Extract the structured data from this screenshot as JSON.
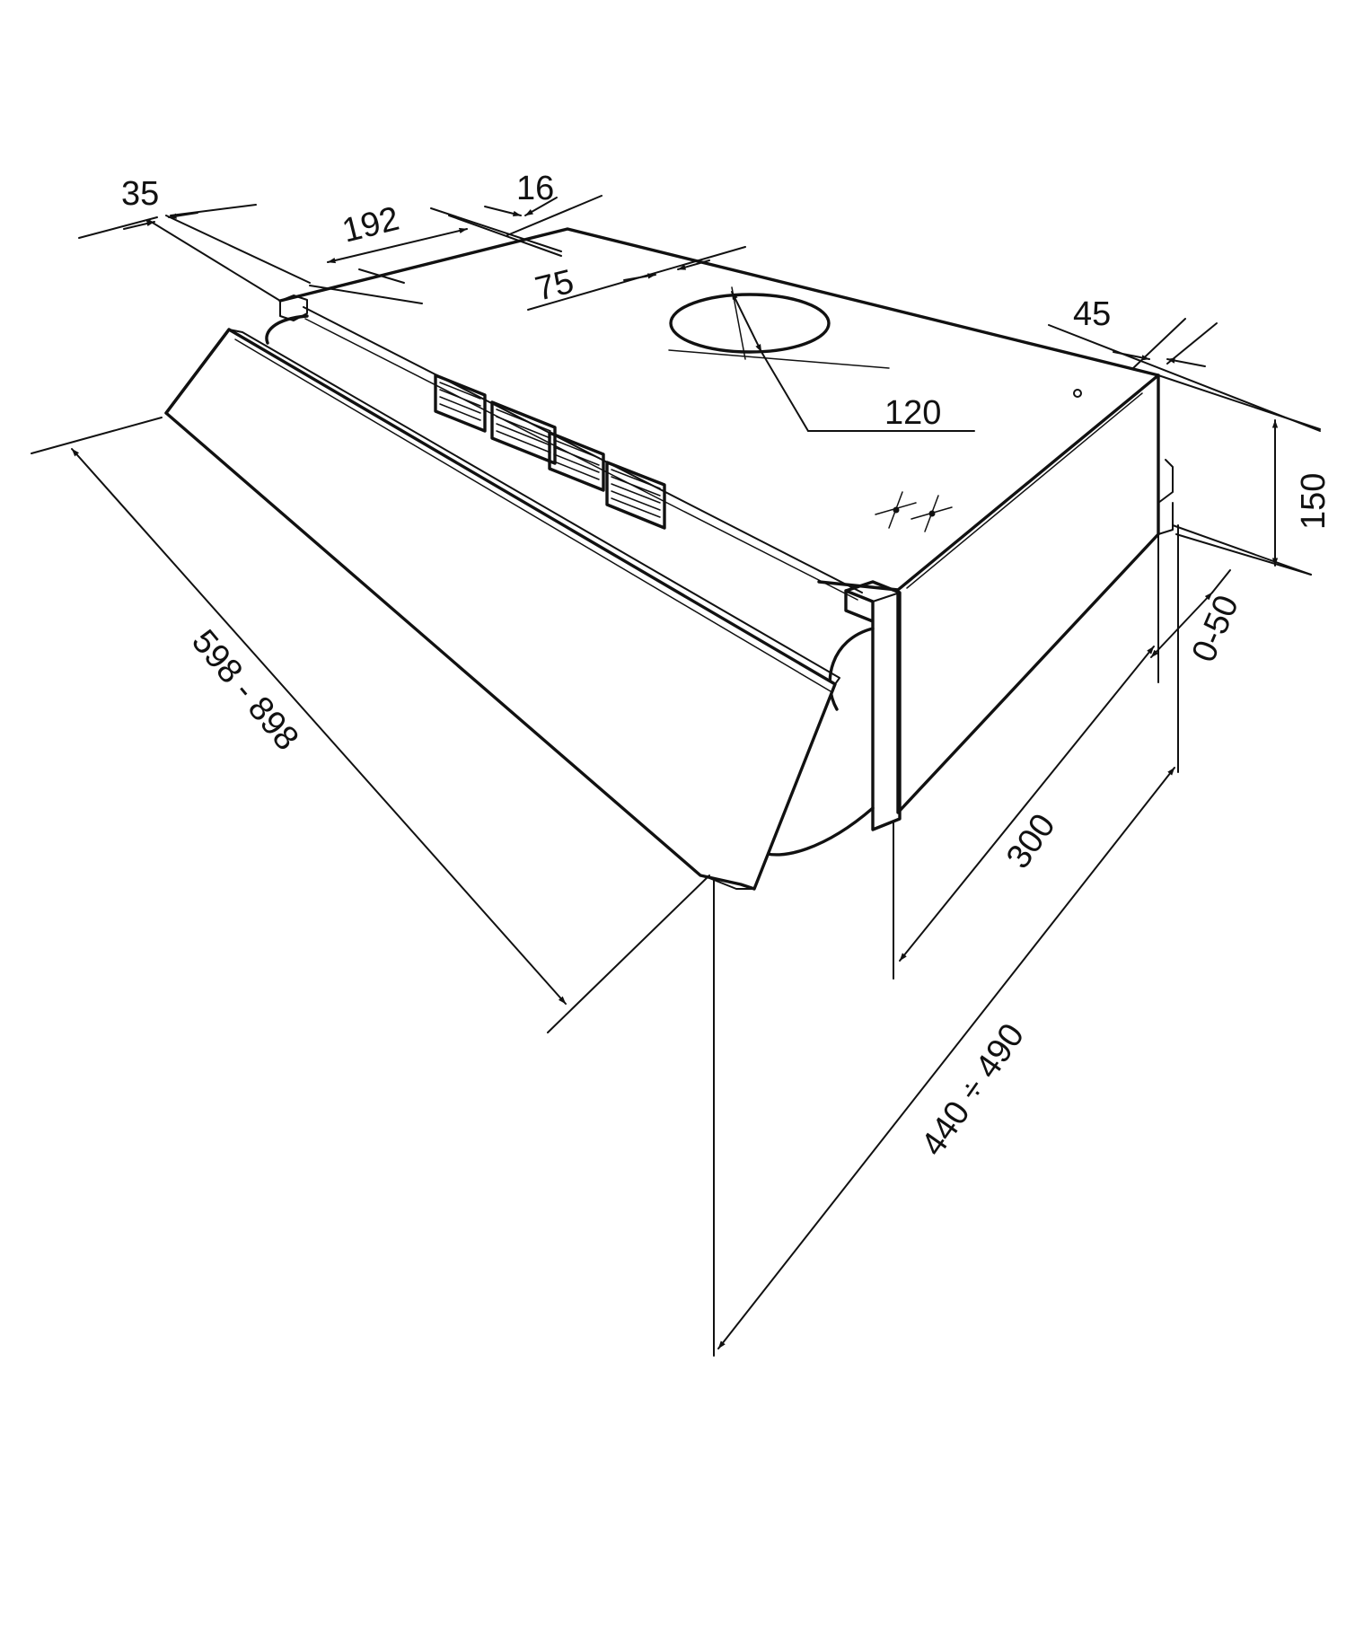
{
  "colors": {
    "ink": "#111111",
    "background": "#ffffff"
  },
  "dimensions": {
    "d35": "35",
    "d16": "16",
    "d192": "192",
    "d75": "75",
    "d45": "45",
    "d120": "120",
    "d150": "150",
    "d0_50": "0-50",
    "d300": "300",
    "d440_490": "440 ÷ 490",
    "d598_898": "598 - 898"
  }
}
